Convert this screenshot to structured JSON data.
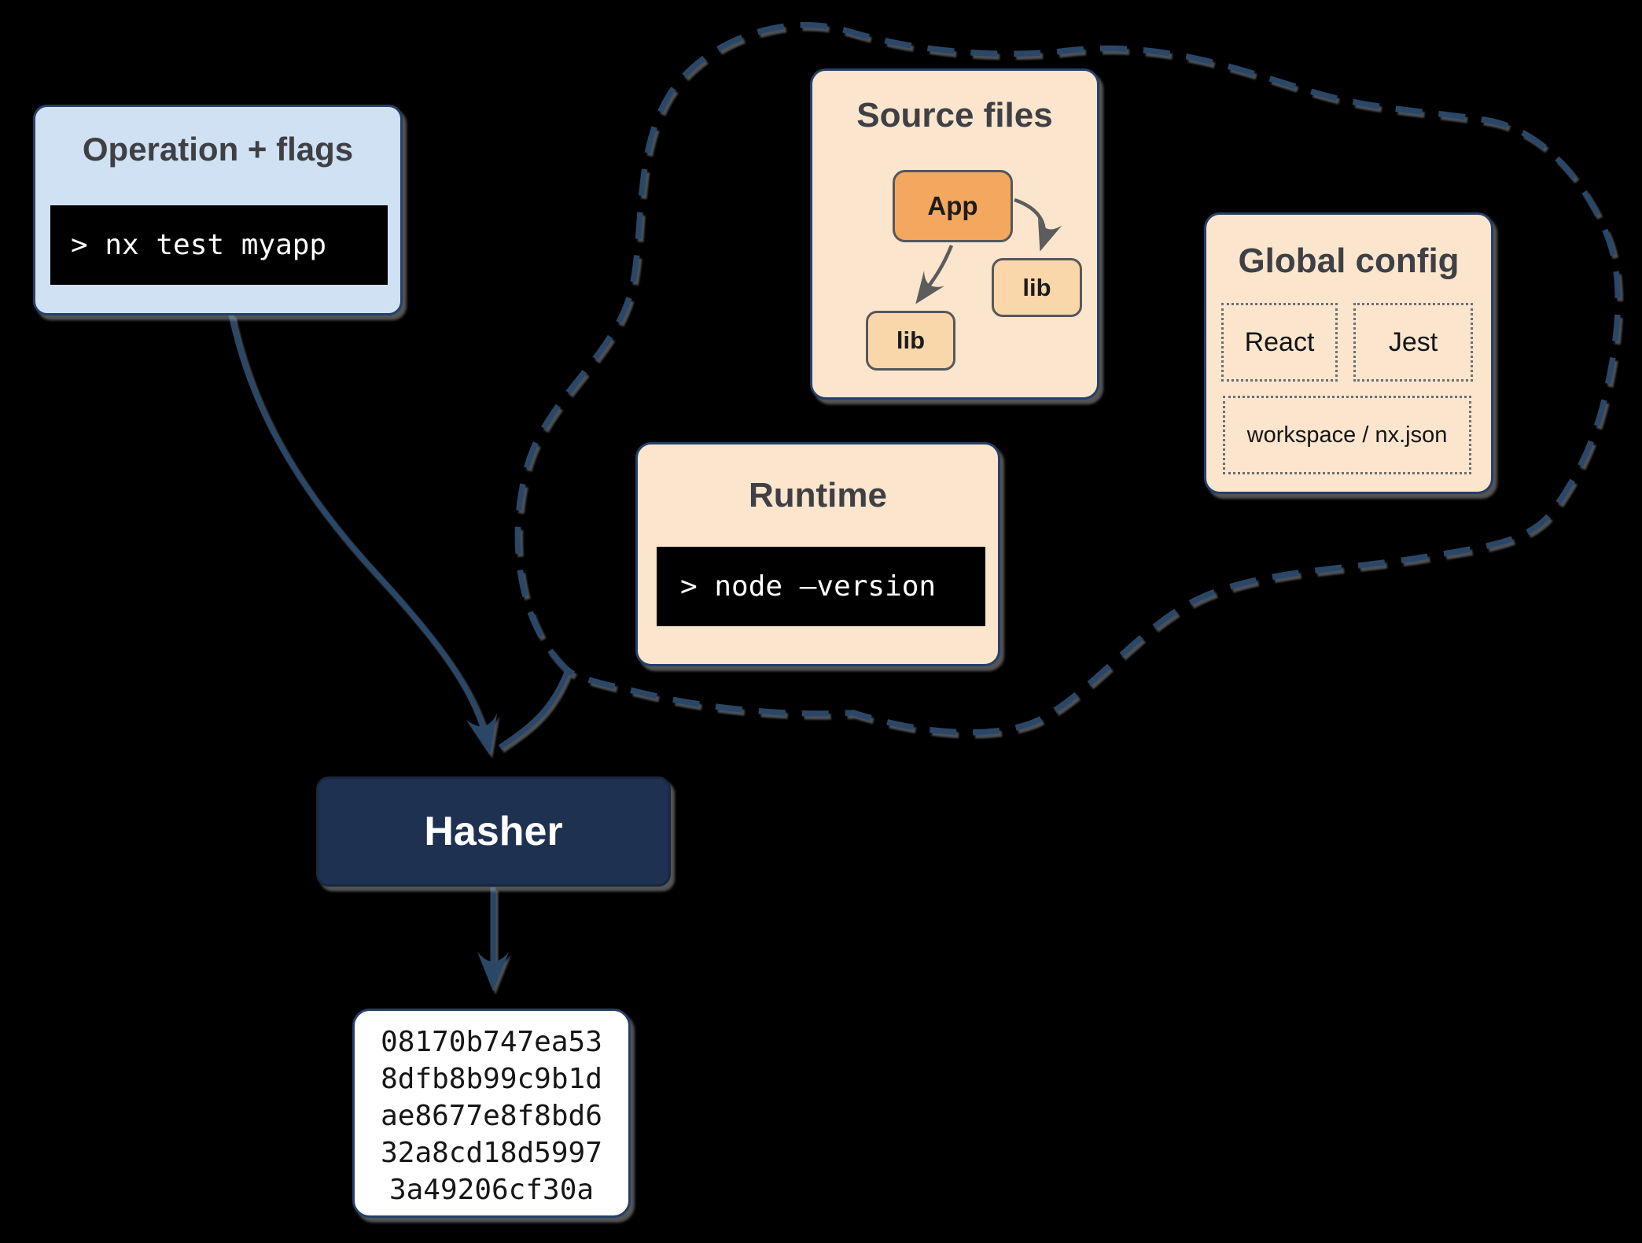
{
  "colors": {
    "background": "#000000",
    "navy_stroke": "#2a4668",
    "border_navy": "#24406a",
    "hasher_fill": "#1e3151",
    "blue_fill": "#d0e1f3",
    "peach_fill": "#fce5cd",
    "orange_fill": "#f3a75f",
    "light_orange_fill": "#fad7ab",
    "title_gray": "#3f4045",
    "terminal_bg": "#000000",
    "terminal_text": "#ffffff",
    "inner_arrow_gray": "#5c5c5c",
    "hash_text": "#161616"
  },
  "operation_box": {
    "title": "Operation + flags",
    "command": "> nx test myapp"
  },
  "source_files_box": {
    "title": "Source files",
    "app_label": "App",
    "lib_right_label": "lib",
    "lib_bottom_label": "lib"
  },
  "global_config_box": {
    "title": "Global config",
    "react_label": "React",
    "jest_label": "Jest",
    "workspace_label": "workspace / nx.json"
  },
  "runtime_box": {
    "title": "Runtime",
    "command": "> node –version"
  },
  "hasher_box": {
    "label": "Hasher"
  },
  "hash_output_box": {
    "lines": [
      "08170b747ea53",
      "8dfb8b99c9b1d",
      "ae8677e8f8bd6",
      "32a8cd18d5997",
      "3a49206cf30a"
    ]
  }
}
